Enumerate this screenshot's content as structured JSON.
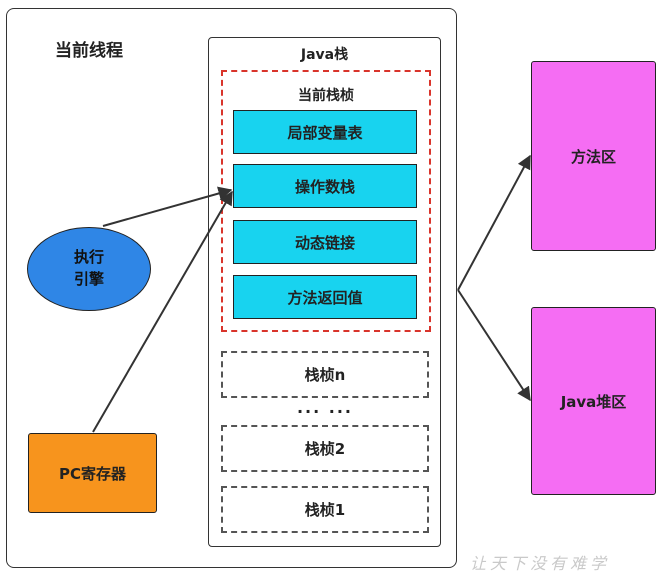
{
  "thread": {
    "title": "当前线程"
  },
  "java_stack": {
    "title": "Java栈",
    "current_frame": {
      "title": "当前栈桢",
      "parts": [
        "局部变量表",
        "操作数栈",
        "动态链接",
        "方法返回值"
      ]
    },
    "other_frames": [
      "栈桢n",
      "栈桢2",
      "栈桢1"
    ],
    "ellipsis": "... ..."
  },
  "execution_engine": {
    "line1": "执行",
    "line2": "引擎"
  },
  "pc_register": {
    "label": "PC寄存器"
  },
  "method_area": {
    "label": "方法区"
  },
  "java_heap": {
    "label": "Java堆区"
  },
  "watermark": "让天下没有难学",
  "colors": {
    "frame_part": "#18d3ef",
    "engine": "#2f86e6",
    "pc_register": "#f7941d",
    "memory_area": "#f56df3",
    "current_frame_border": "#d9342b"
  }
}
